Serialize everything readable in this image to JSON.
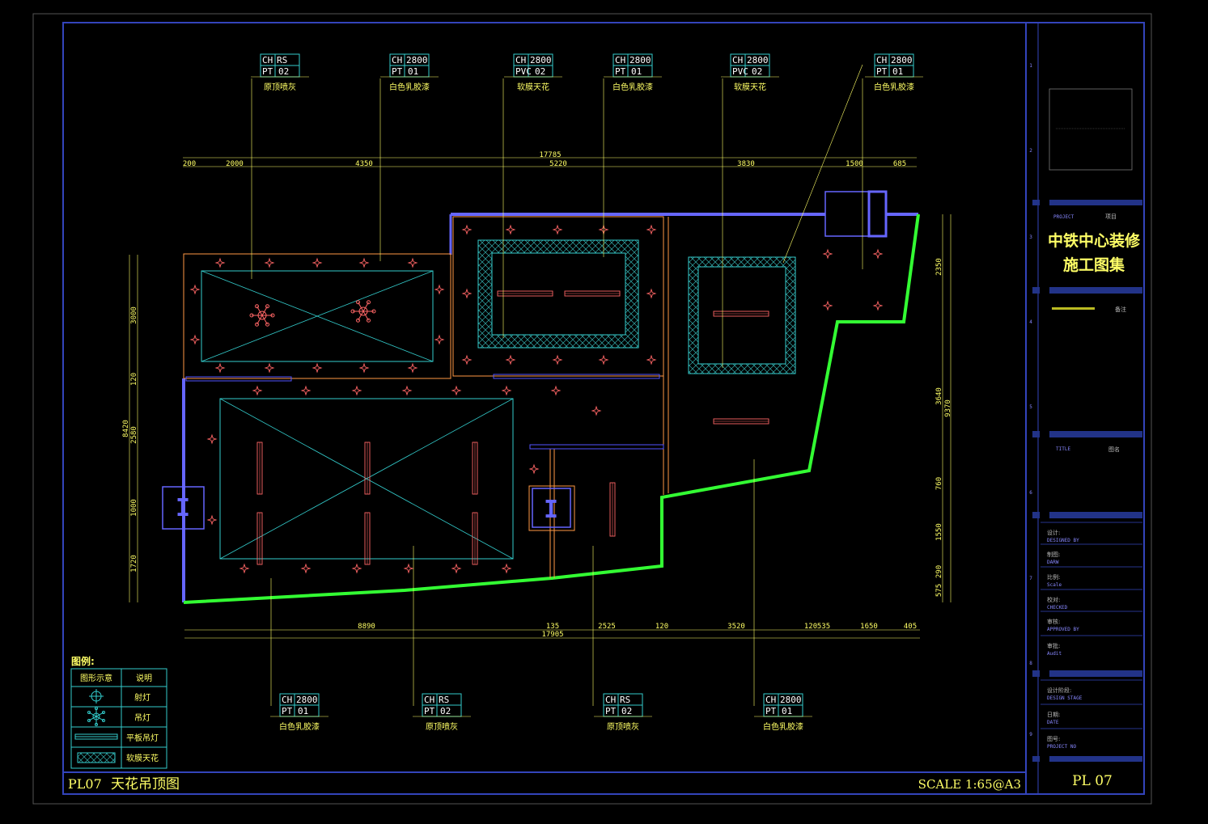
{
  "drawing": {
    "sheet_code": "PL07",
    "sheet_title": "天花吊顶图",
    "scale": "SCALE 1:65@A3",
    "sheet_no": "PL 07"
  },
  "top_tags": [
    {
      "ch": "CH",
      "ch_val": "RS",
      "pt": "PT",
      "pt_val": "02",
      "desc": "原顶喷灰"
    },
    {
      "ch": "CH",
      "ch_val": "2800",
      "pt": "PT",
      "pt_val": "01",
      "desc": "白色乳胶漆"
    },
    {
      "ch": "CH",
      "ch_val": "2800",
      "pt": "PVC",
      "pt_val": "02",
      "desc": "软膜天花"
    },
    {
      "ch": "CH",
      "ch_val": "2800",
      "pt": "PT",
      "pt_val": "01",
      "desc": "白色乳胶漆"
    },
    {
      "ch": "CH",
      "ch_val": "2800",
      "pt": "PVC",
      "pt_val": "02",
      "desc": "软膜天花"
    },
    {
      "ch": "CH",
      "ch_val": "2800",
      "pt": "PT",
      "pt_val": "01",
      "desc": "白色乳胶漆"
    }
  ],
  "bottom_tags": [
    {
      "ch": "CH",
      "ch_val": "2800",
      "pt": "PT",
      "pt_val": "01",
      "desc": "白色乳胶漆"
    },
    {
      "ch": "CH",
      "ch_val": "RS",
      "pt": "PT",
      "pt_val": "02",
      "desc": "原顶喷灰"
    },
    {
      "ch": "CH",
      "ch_val": "RS",
      "pt": "PT",
      "pt_val": "02",
      "desc": "原顶喷灰"
    },
    {
      "ch": "CH",
      "ch_val": "2800",
      "pt": "PT",
      "pt_val": "01",
      "desc": "白色乳胶漆"
    }
  ],
  "dims_top": {
    "total": "17785",
    "segments": [
      "200",
      "2000",
      "4350",
      "5220",
      "3830",
      "1500",
      "685"
    ]
  },
  "dims_bottom": {
    "total": "17905",
    "segments": [
      "8890",
      "135",
      "2525",
      "120",
      "3520",
      "120",
      "535",
      "1650",
      "405"
    ]
  },
  "dims_left": {
    "total": "8420",
    "segments": [
      "3000",
      "120",
      "2580",
      "1000",
      "1720"
    ]
  },
  "dims_right": {
    "total": "9370",
    "segments": [
      "2350",
      "3640",
      "760",
      "1550",
      "575",
      "290"
    ]
  },
  "legend": {
    "title": "图例:",
    "col_symbol": "图形示意",
    "col_desc": "说明",
    "items": [
      {
        "icon": "downlight-icon",
        "label": "射灯"
      },
      {
        "icon": "chandelier-icon",
        "label": "吊灯"
      },
      {
        "icon": "panel-light-icon",
        "label": "平板吊灯"
      },
      {
        "icon": "soft-film-icon",
        "label": "软膜天花"
      }
    ]
  },
  "title_block": {
    "row_numbers": [
      "1",
      "2",
      "3",
      "4",
      "5",
      "6",
      "7",
      "8",
      "9"
    ],
    "project_label_en": "PROJECT",
    "project_label_cn": "项目",
    "project_name_line1": "中铁中心装修",
    "project_name_line2": "施工图集",
    "remark_cn": "备注",
    "title_label_en": "TITLE",
    "title_label_cn": "图名",
    "fields": [
      {
        "cn": "设计:",
        "en": "DESIGNED BY"
      },
      {
        "cn": "制图:",
        "en": "DARW"
      },
      {
        "cn": "比例:",
        "en": "Scale"
      },
      {
        "cn": "校对:",
        "en": "CHECKED"
      },
      {
        "cn": "审核:",
        "en": "APPROVED BY"
      },
      {
        "cn": "审批:",
        "en": "Audit"
      },
      {
        "cn": "设计阶段:",
        "en": "DESIGN STAGE"
      },
      {
        "cn": "日期:",
        "en": "DATE"
      },
      {
        "cn": "图号:",
        "en": "PROJECT NO"
      }
    ]
  },
  "colors": {
    "wall": "#6666ff",
    "glass_wall": "#33ff33",
    "trim": "#ff9944",
    "ceiling_line": "#33cccc",
    "light": "#ff6666",
    "dim": "#ffff66",
    "frame": "#3333aa"
  }
}
